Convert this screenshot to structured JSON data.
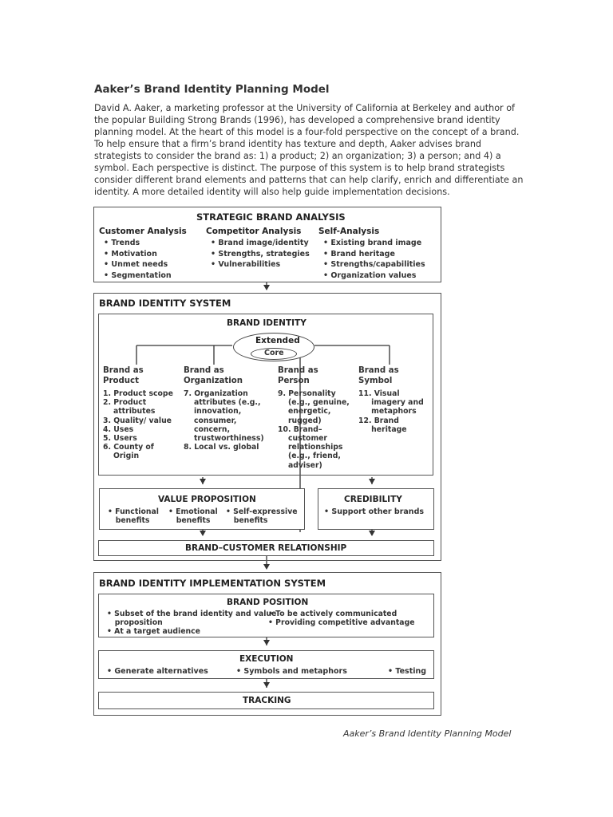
{
  "page": {
    "title": "Aaker’s Brand Identity Planning Model",
    "intro": "David A. Aaker, a marketing professor at the University of California at Berkeley and author of the popular Building Strong Brands (1996), has developed a comprehensive brand identity planning model. At the heart of this model is a four-fold perspective on the concept of a brand. To help ensure that a firm’s brand identity has texture and depth, Aaker advises brand strategists to consider the brand as: 1) a product; 2) an organization; 3) a person; and 4) a symbol. Each perspective is distinct. The purpose of this system is to help brand strategists consider different brand elements and patterns that can help clarify, enrich and differentiate an identity. A more detailed identity will also help guide implementation decisions.",
    "caption": "Aaker’s Brand Identity Planning Model"
  },
  "diagram": {
    "analysis": {
      "title": "STRATEGIC BRAND ANALYSIS",
      "customer": {
        "title": "Customer Analysis",
        "items": [
          "• Trends",
          "• Motivation",
          "• Unmet needs",
          "• Segmentation"
        ]
      },
      "competitor": {
        "title": "Competitor Analysis",
        "items": [
          "• Brand image/identity",
          "• Strengths, strategies",
          "• Vulnerabilities"
        ]
      },
      "self": {
        "title": "Self-Analysis",
        "items": [
          "• Existing brand image",
          "• Brand heritage",
          "• Strengths/capabilities",
          "• Organization values"
        ]
      }
    },
    "identity_system": {
      "title": "BRAND IDENTITY SYSTEM",
      "identity_title": "BRAND IDENTITY",
      "extended": "Extended",
      "core": "Core",
      "product": {
        "title": "Brand as\nProduct",
        "items": "1. Product scope\n2. Product\n    attributes\n3. Quality/ value\n4. Uses\n5. Users\n6. County of\n    Origin"
      },
      "organization": {
        "title": "Brand as\nOrganization",
        "items": "7. Organization\n    attributes (e.g.,\n    innovation,\n    consumer,\n    concern,\n    trustworthiness)\n8. Local vs. global"
      },
      "person": {
        "title": "Brand as\nPerson",
        "items": "9. Personality\n    (e.g., genuine,\n    energetic,\n    rugged)\n10. Brand–\n    customer\n    relationships\n    (e.g., friend,\n    adviser)"
      },
      "symbol": {
        "title": "Brand as\nSymbol",
        "items": "11. Visual\n     imagery and\n     metaphors\n12. Brand\n     heritage"
      },
      "value_prop": {
        "title": "VALUE PROPOSITION",
        "items": [
          "• Functional\n   benefits",
          "• Emotional\n   benefits",
          "• Self-expressive\n   benefits"
        ]
      },
      "credibility": {
        "title": "CREDIBILITY",
        "items": [
          "• Support other brands"
        ]
      },
      "relationship": "BRAND–CUSTOMER RELATIONSHIP"
    },
    "implementation": {
      "title": "BRAND IDENTITY IMPLEMENTATION SYSTEM",
      "position": {
        "title": "BRAND POSITION",
        "left": "• Subset of the brand identity and value\n   proposition\n• At a target audience",
        "right": "• To be actively communicated\n• Providing competitive advantage"
      },
      "execution": {
        "title": "EXECUTION",
        "items": [
          "• Generate alternatives",
          "• Symbols and metaphors",
          "• Testing"
        ]
      },
      "tracking": "TRACKING"
    }
  }
}
